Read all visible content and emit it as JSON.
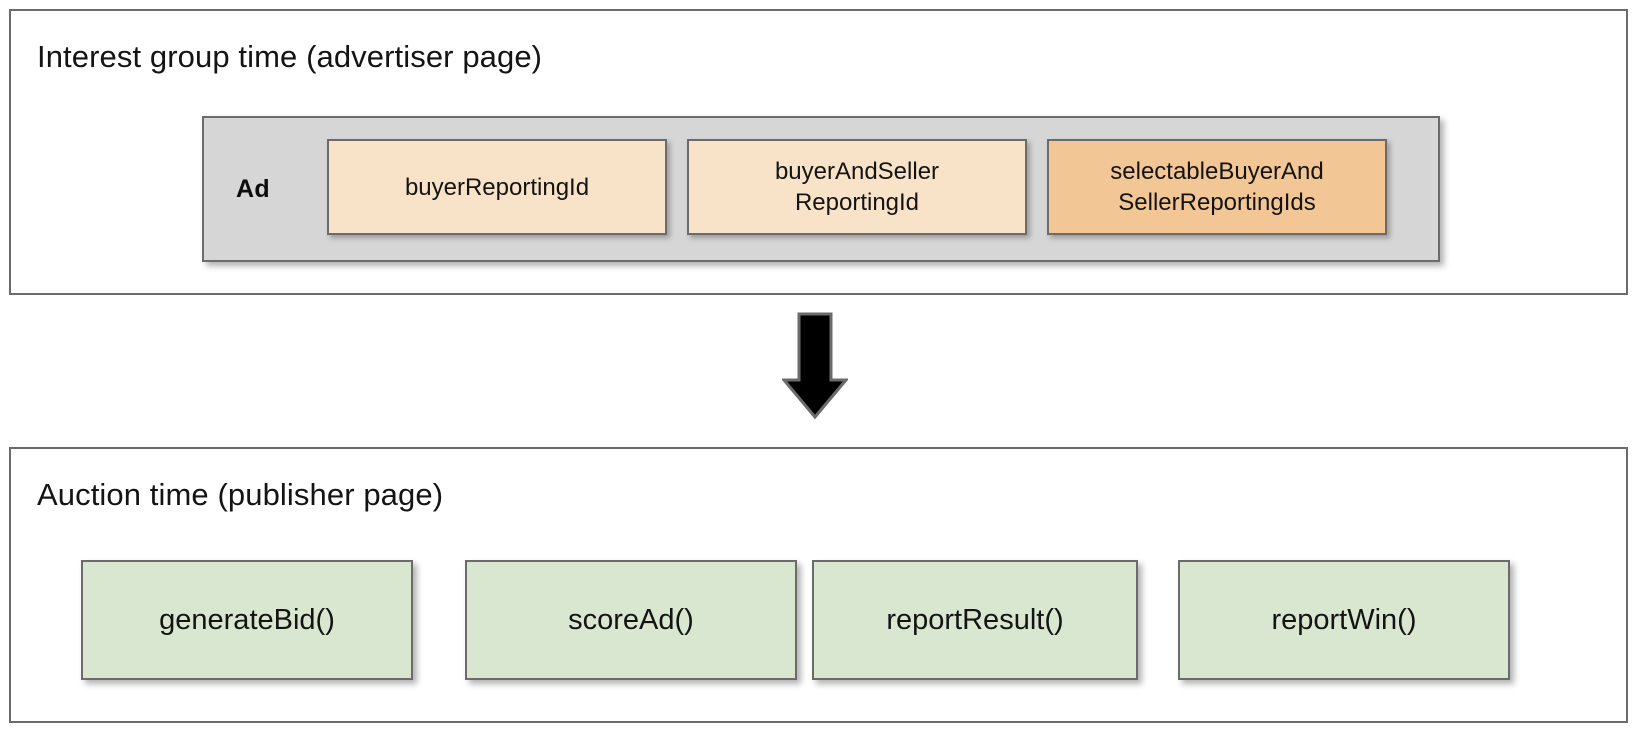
{
  "diagram": {
    "background_color": "#ffffff",
    "border_color": "#6b6b6b",
    "sections": {
      "advertiser": {
        "title": "Interest group time (advertiser page)",
        "ad_group": {
          "label": "Ad",
          "fill_color": "#d6d6d6",
          "items": [
            {
              "label": "buyerReportingId",
              "fill_color": "#f8e3c8",
              "emphasis": "light"
            },
            {
              "label": "buyerAndSeller\nReportingId",
              "line1": "buyerAndSeller",
              "line2": "ReportingId",
              "fill_color": "#f8e3c8",
              "emphasis": "light"
            },
            {
              "label": "selectableBuyerAnd\nSellerReportingIds",
              "line1": "selectableBuyerAnd",
              "line2": "SellerReportingIds",
              "fill_color": "#f2c795",
              "emphasis": "dark"
            }
          ]
        }
      },
      "publisher": {
        "title": "Auction time (publisher page)",
        "functions": [
          {
            "label": "generateBid()",
            "fill_color": "#d9e7d0"
          },
          {
            "label": "scoreAd()",
            "fill_color": "#d9e7d0"
          },
          {
            "label": "reportResult()",
            "fill_color": "#d9e7d0"
          },
          {
            "label": "reportWin()",
            "fill_color": "#d9e7d0"
          }
        ]
      }
    },
    "connector": {
      "icon": "arrow-down-icon",
      "direction": "down",
      "color": "#000000",
      "outline_color": "#6b6b6b"
    }
  }
}
